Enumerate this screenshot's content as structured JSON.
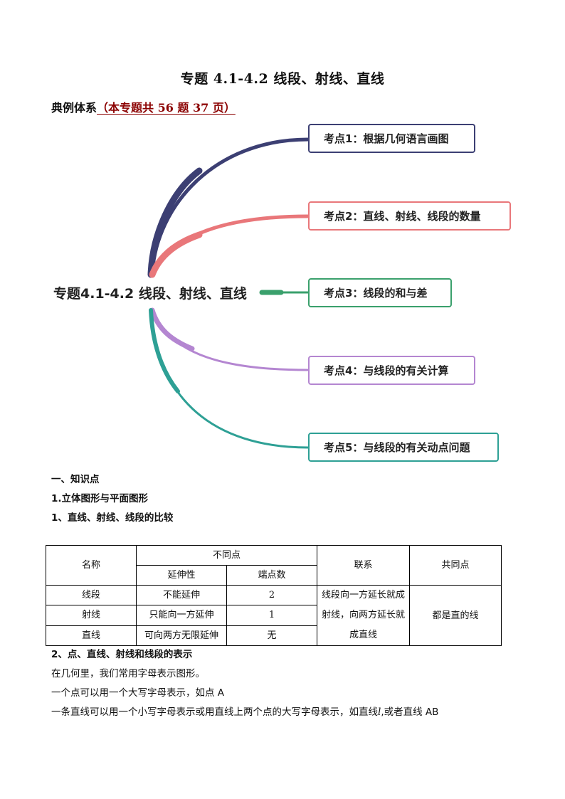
{
  "title": "专题 4.1-4.2  线段、射线、直线",
  "subhead": {
    "label": "典例体系",
    "note": "（本专题共 56 题 37 页）"
  },
  "mindmap": {
    "center": "专题4.1-4.2 线段、射线、直线",
    "nodes": [
      {
        "label": "考点1：根据几何语言画图",
        "color": "#3c3f73"
      },
      {
        "label": "考点2：直线、射线、线段的数量",
        "color": "#e9777a"
      },
      {
        "label": "考点3：线段的和与差",
        "color": "#3aa06c"
      },
      {
        "label": "考点4：与线段的有关计算",
        "color": "#b486d1"
      },
      {
        "label": "考点5：与线段的有关动点问题",
        "color": "#2ea095"
      }
    ]
  },
  "section1": {
    "heading": "一、知识点",
    "sub1": "1.立体图形与平面图形",
    "sub2": "1、直线、射线、线段的比较"
  },
  "table": {
    "h_name": "名称",
    "h_diff": "不同点",
    "h_extend": "延伸性",
    "h_endpoints": "端点数",
    "h_relation": "联系",
    "h_common": "共同点",
    "rows": [
      {
        "name": "线段",
        "extend": "不能延伸",
        "endpoints": "2"
      },
      {
        "name": "射线",
        "extend": "只能向一方延伸",
        "endpoints": "1"
      },
      {
        "name": "直线",
        "extend": "可向两方无限延伸",
        "endpoints": "无"
      }
    ],
    "relation": "线段向一方延长就成射线，向两方延长就成直线",
    "common": "都是直的线"
  },
  "section2": {
    "heading": "2、点、直线、射线和线段的表示",
    "p1": "在几何里，我们常用字母表示图形。",
    "p2": "一个点可以用一个大写字母表示，如点 A",
    "p3a": "一条直线可以用一个小写字母表示或用直线上两个点的大写字母表示，如直线",
    "p3b": "l",
    "p3c": ",或者直线 AB"
  }
}
